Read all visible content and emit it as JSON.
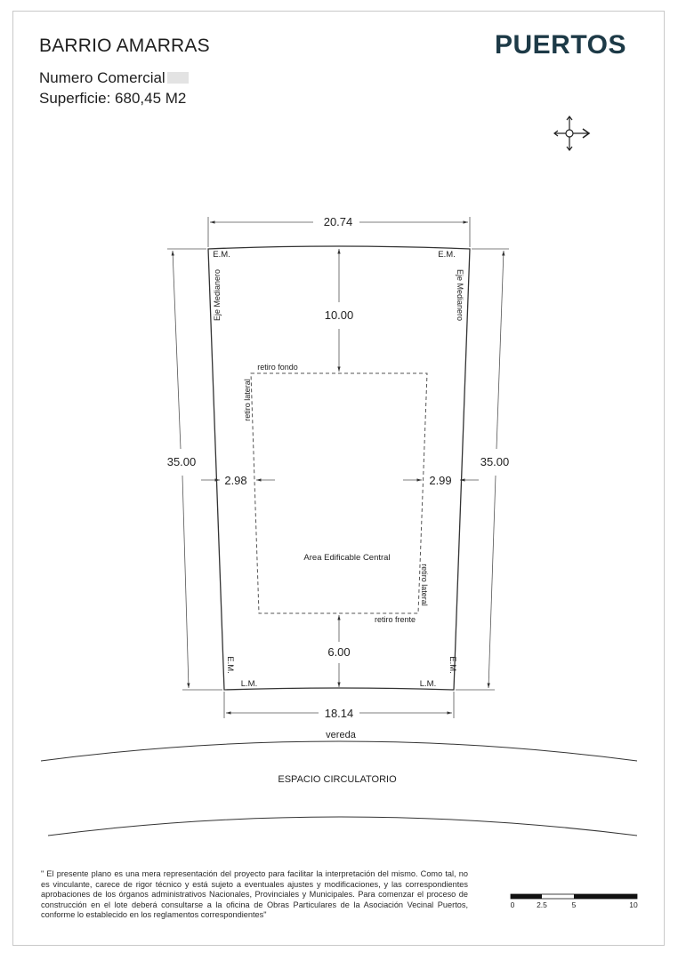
{
  "header": {
    "title": "BARRIO AMARRAS",
    "numero_comercial": "Numero Comercial",
    "superficie": "Superficie: 680,45 M2",
    "brand": "PUERTOS"
  },
  "plan": {
    "dim_top": "20.74",
    "dim_bottom": "18.14",
    "dim_left": "35.00",
    "dim_right": "35.00",
    "retiro_fondo_value": "10.00",
    "retiro_frente_value": "6.00",
    "lateral_left_value": "2.98",
    "lateral_right_value": "2.99",
    "em_label": "E.M.",
    "lm_label": "L.M.",
    "eje_medianero": "Eje Medianero",
    "retiro_fondo": "retiro fondo",
    "retiro_frente": "retiro frente",
    "retiro_lateral": "retiro lateral",
    "area_edificable": "Area Edificable Central",
    "vereda": "vereda",
    "espacio_circulatorio": "ESPACIO CIRCULATORIO"
  },
  "scale_bar": {
    "labels": [
      "0",
      "2.5",
      "5",
      "10"
    ]
  },
  "disclaimer": "\" El presente plano es una mera representación del proyecto para facilitar la interpretación del mismo. Como tal, no es vinculante, carece de rigor técnico y está sujeto a eventuales ajustes y modificaciones, y las correspondientes aprobaciones de los órganos administrativos Nacionales, Provinciales y Municipales. Para comenzar el proceso de construcción en el lote deberá consultarse a la oficina de Obras Particulares de la Asociación Vecinal Puertos, conforme lo establecido en los reglamentos correspondientes\""
}
